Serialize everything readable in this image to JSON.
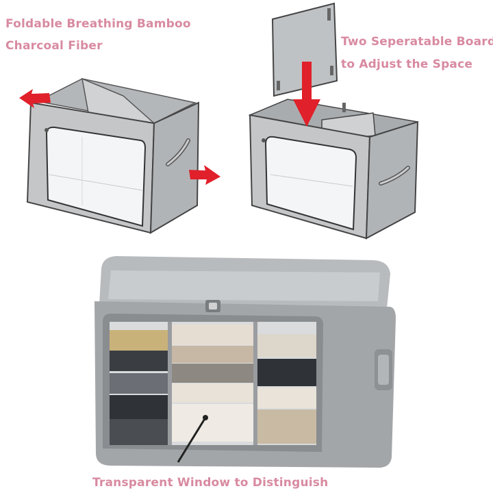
{
  "captions": {
    "line1": "Foldable Breathing Bamboo",
    "line2": "Charcoal Fiber",
    "line3": "Two Seperatable Boards",
    "line4": "to Adjust the Space",
    "line5": "Transparent Window to Distinguish"
  },
  "colors": {
    "caption": "#d88aa0",
    "arrow": "#e0202a",
    "box_fill": "#c4c6c8",
    "box_dark": "#9fa2a5",
    "window": "#f4f5f6"
  }
}
